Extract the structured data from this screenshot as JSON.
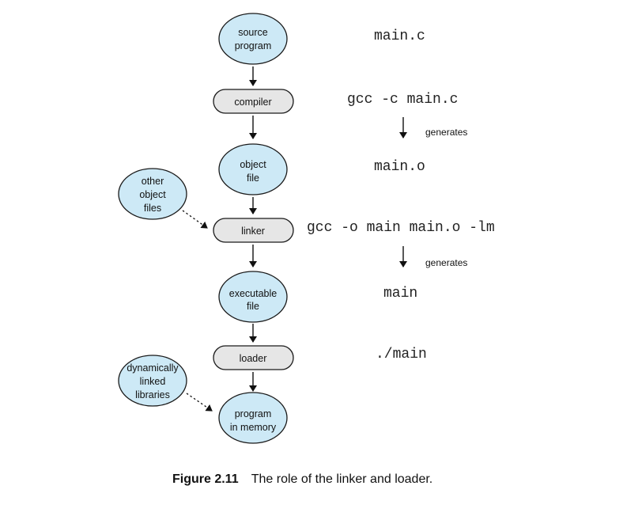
{
  "nodes": {
    "source_program": [
      "source",
      "program"
    ],
    "compiler": "compiler",
    "object_file": [
      "object",
      "file"
    ],
    "other_object_files": [
      "other",
      "object",
      "files"
    ],
    "linker": "linker",
    "executable_file": [
      "executable",
      "file"
    ],
    "loader": "loader",
    "dynamically_linked_libraries": [
      "dynamically",
      "linked",
      "libraries"
    ],
    "program_in_memory": [
      "program",
      "in memory"
    ]
  },
  "commands": {
    "main_c": "main.c",
    "gcc_compile": "gcc -c main.c",
    "generates_1": "generates",
    "main_o": "main.o",
    "gcc_link": "gcc -o main main.o -lm",
    "generates_2": "generates",
    "main": "main",
    "run": "./main"
  },
  "caption": {
    "number": "Figure 2.11",
    "text": "The role of the linker and loader."
  },
  "colors": {
    "ellipse_fill": "#cde9f6",
    "box_fill": "#e6e6e6",
    "stroke": "#1a1a1a"
  }
}
